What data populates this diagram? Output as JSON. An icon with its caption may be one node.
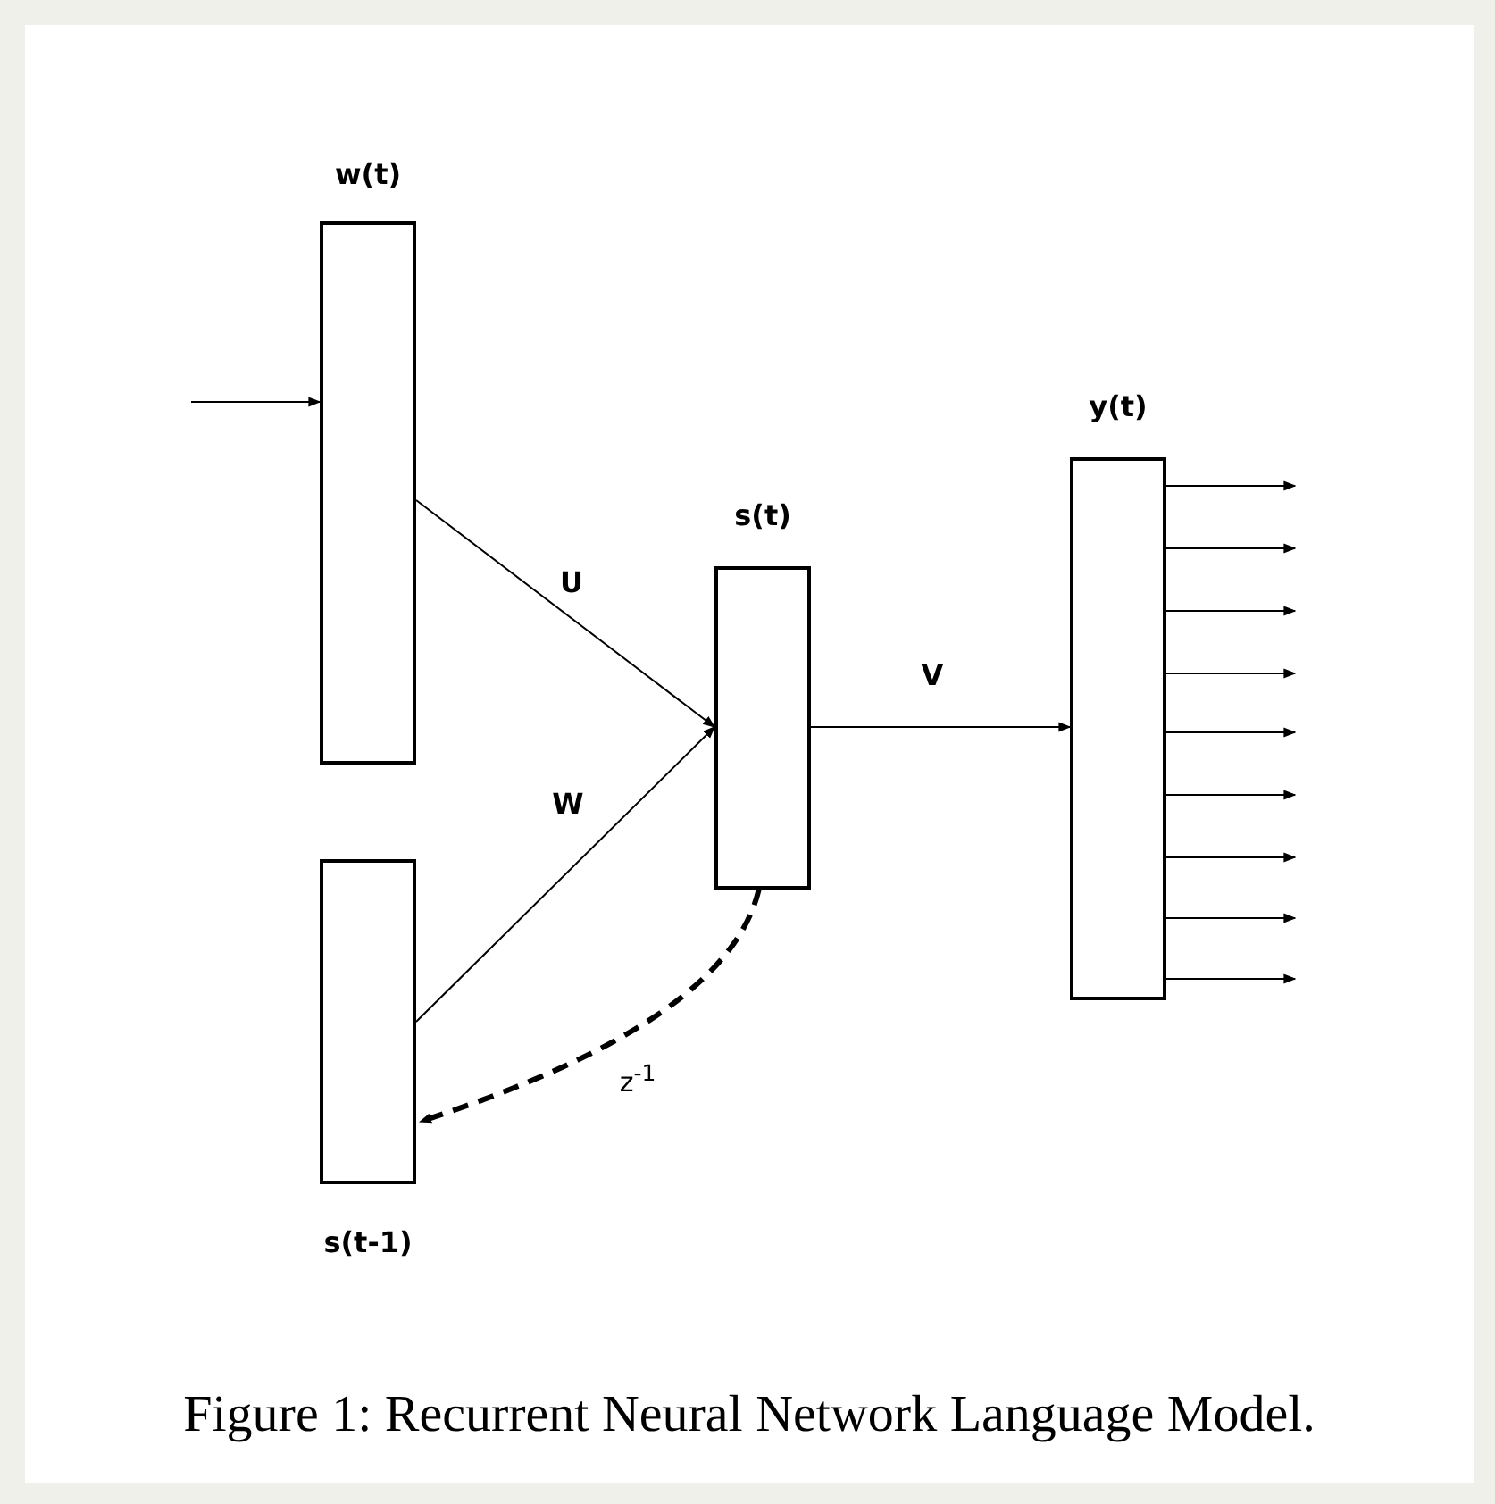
{
  "diagram": {
    "caption": "Figure 1: Recurrent Neural Network Language Model.",
    "nodes": [
      {
        "text": [
          "w(t)"
        ]
      },
      {
        "text": [
          "s(t-1)"
        ]
      },
      {
        "text": [
          "s(t)"
        ]
      },
      {
        "text": [
          "y(t)"
        ]
      }
    ],
    "edges": [
      {
        "from": null,
        "to": 0,
        "arrow": "to"
      },
      {
        "from": 0,
        "to": 2,
        "arrow": "to",
        "label": "U"
      },
      {
        "from": 1,
        "to": 2,
        "arrow": "to",
        "label": "W"
      },
      {
        "from": 2,
        "to": 3,
        "arrow": "to",
        "label": "V"
      },
      {
        "from": 2,
        "to": 1,
        "arrow": "to",
        "style": "dashed",
        "label": "z$^{-1}$"
      },
      {
        "from": 3,
        "to": null,
        "arrow": "to"
      },
      {
        "from": 3,
        "to": null,
        "arrow": "to"
      },
      {
        "from": 3,
        "to": null,
        "arrow": "to"
      },
      {
        "from": 3,
        "to": null,
        "arrow": "to"
      },
      {
        "from": 3,
        "to": null,
        "arrow": "to"
      },
      {
        "from": 3,
        "to": null,
        "arrow": "to"
      },
      {
        "from": 3,
        "to": null,
        "arrow": "to"
      },
      {
        "from": 3,
        "to": null,
        "arrow": "to"
      },
      {
        "from": 3,
        "to": null,
        "arrow": "to"
      }
    ]
  }
}
